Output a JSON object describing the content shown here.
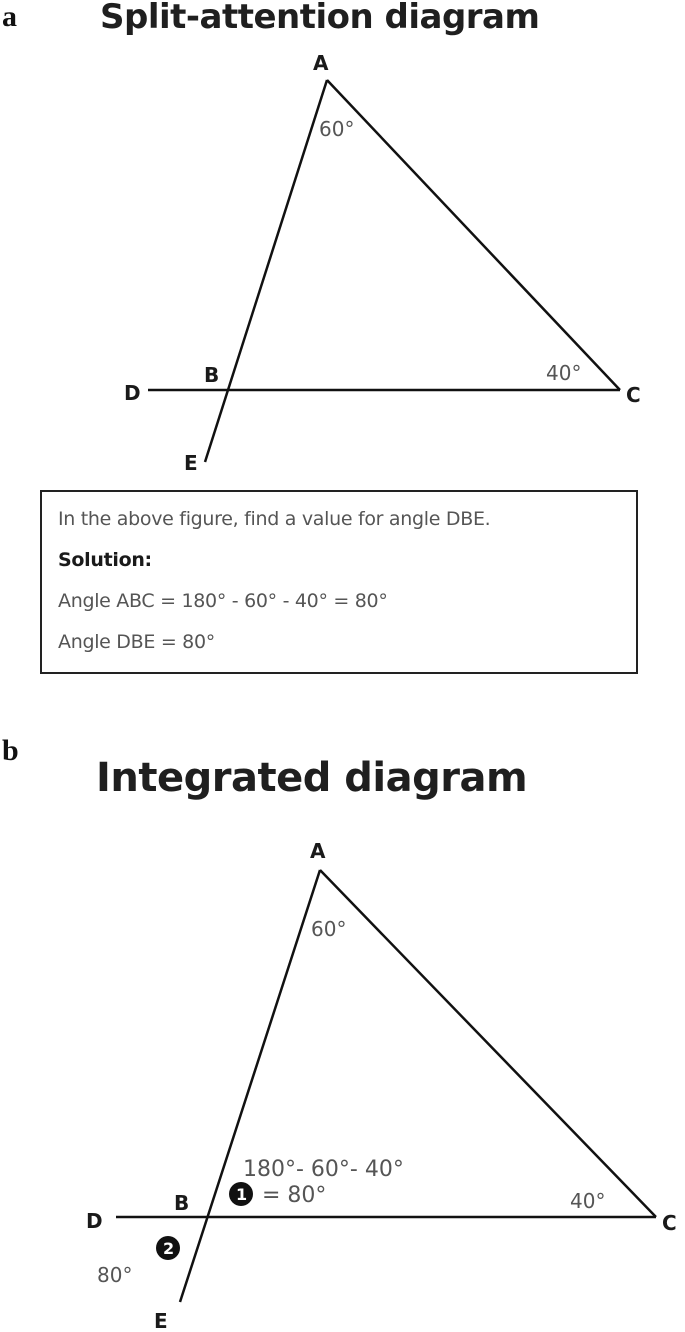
{
  "panel_a": {
    "letter": "a",
    "title": "Split-attention diagram",
    "vertices": {
      "A": "A",
      "B": "B",
      "C": "C",
      "D": "D",
      "E": "E"
    },
    "angles": {
      "at_A": "60°",
      "at_C": "40°"
    },
    "solution_box": {
      "question": "In the above figure, find a value for angle DBE.",
      "heading": "Solution:",
      "step_1": "Angle ABC = 180° - 60° - 40° = 80°",
      "step_2": "Angle DBE = 80°"
    }
  },
  "panel_b": {
    "letter": "b",
    "title": "Integrated diagram",
    "vertices": {
      "A": "A",
      "B": "B",
      "C": "C",
      "D": "D",
      "E": "E"
    },
    "angles": {
      "at_A": "60°",
      "at_C": "40°",
      "dbe": "80°"
    },
    "calculation": {
      "line_1": "180°- 60°- 40°",
      "line_2": "= 80°"
    },
    "step_markers": {
      "one": "1",
      "two": "2"
    }
  }
}
